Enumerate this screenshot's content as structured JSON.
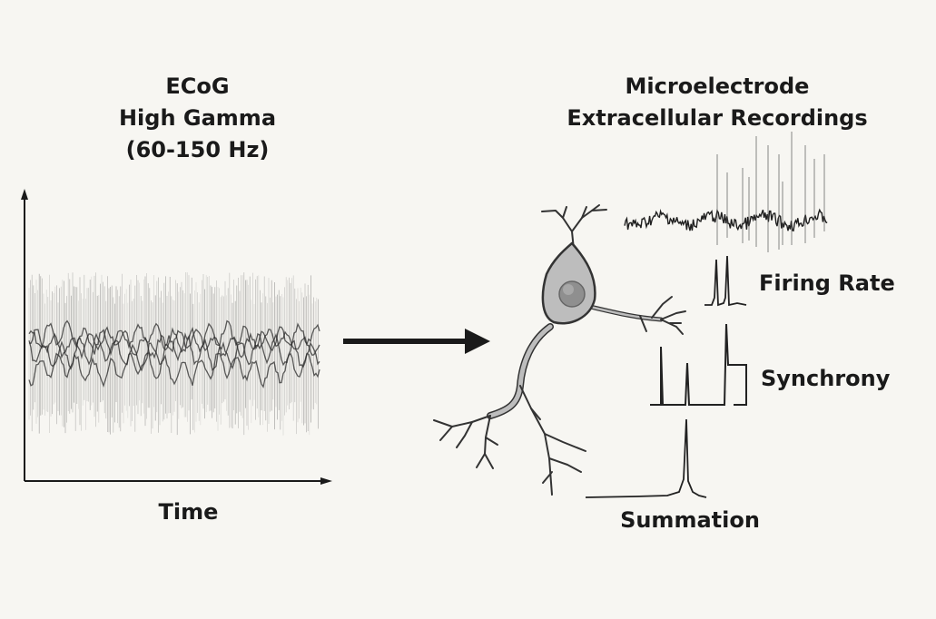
{
  "ecog": {
    "title_line1": "ECoG",
    "title_line2": "High Gamma",
    "title_line3": "(60-150 Hz)",
    "x_axis_label": "Time"
  },
  "microelectrode": {
    "title_line1": "Microelectrode",
    "title_line2": "Extracellular Recordings"
  },
  "measures": {
    "firing_rate": "Firing Rate",
    "synchrony": "Synchrony",
    "summation": "Summation"
  },
  "colors": {
    "background": "#f7f6f2",
    "ink": "#1a1a1a",
    "neuron_fill": "#bdbdbd",
    "nucleus": "#8f8f8f"
  }
}
